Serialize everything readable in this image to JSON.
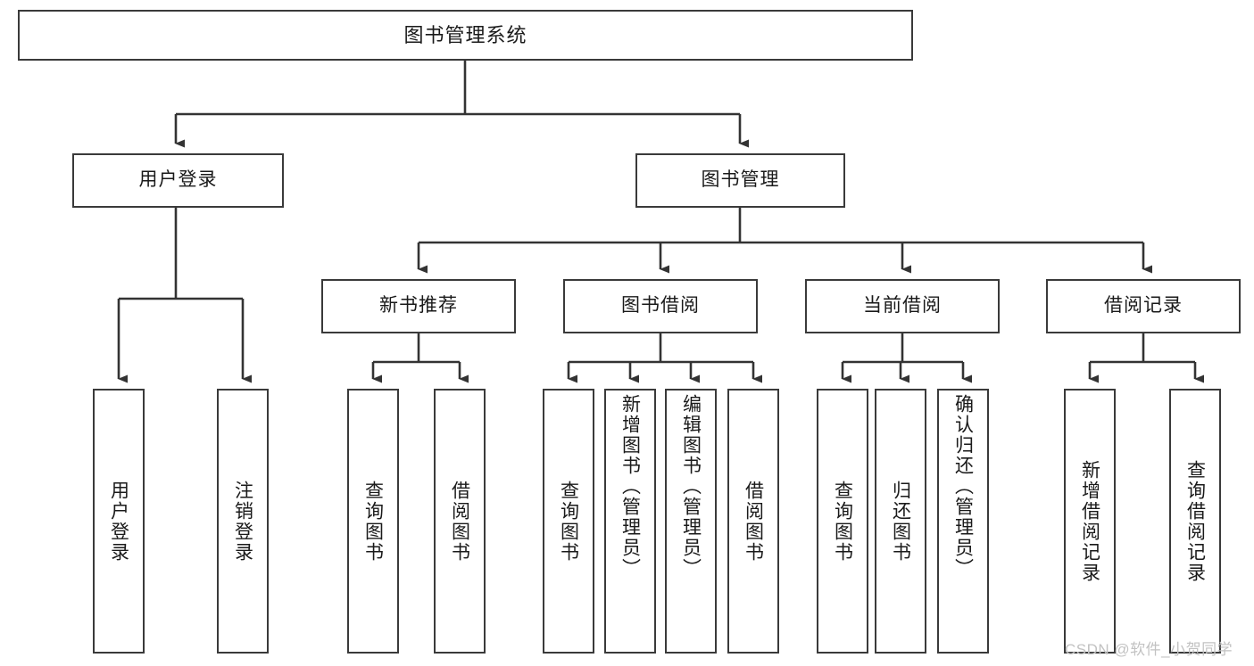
{
  "diagram": {
    "type": "tree-hierarchy-chart",
    "title": "图书管理系统",
    "colors": {
      "box_border": "#3a3a3a",
      "box_fill": "#ffffff",
      "line": "#333333",
      "text": "#1a1a1a",
      "watermark": "#c2c2c2",
      "background": "#ffffff"
    },
    "nodes": {
      "root": {
        "label": "图书管理系统"
      },
      "level2": [
        {
          "label": "用户登录"
        },
        {
          "label": "图书管理"
        }
      ],
      "level3": [
        {
          "label": "新书推荐"
        },
        {
          "label": "图书借阅"
        },
        {
          "label": "当前借阅"
        },
        {
          "label": "借阅记录"
        }
      ],
      "leaves": {
        "user_login": [
          {
            "label": "用户登录"
          },
          {
            "label": "注销登录"
          }
        ],
        "new_book_recommend": [
          {
            "label": "查询图书"
          },
          {
            "label": "借阅图书"
          }
        ],
        "book_borrow": [
          {
            "label": "查询图书"
          },
          {
            "label": "新增图书（管理员）"
          },
          {
            "label": "编辑图书（管理员）"
          },
          {
            "label": "借阅图书"
          }
        ],
        "current_borrow": [
          {
            "label": "查询图书"
          },
          {
            "label": "归还图书"
          },
          {
            "label": "确认归还（管理员）"
          }
        ],
        "borrow_record": [
          {
            "label": "新增借阅记录"
          },
          {
            "label": "查询借阅记录"
          }
        ]
      }
    },
    "watermark": "CSDN @软件_小贺同学"
  }
}
